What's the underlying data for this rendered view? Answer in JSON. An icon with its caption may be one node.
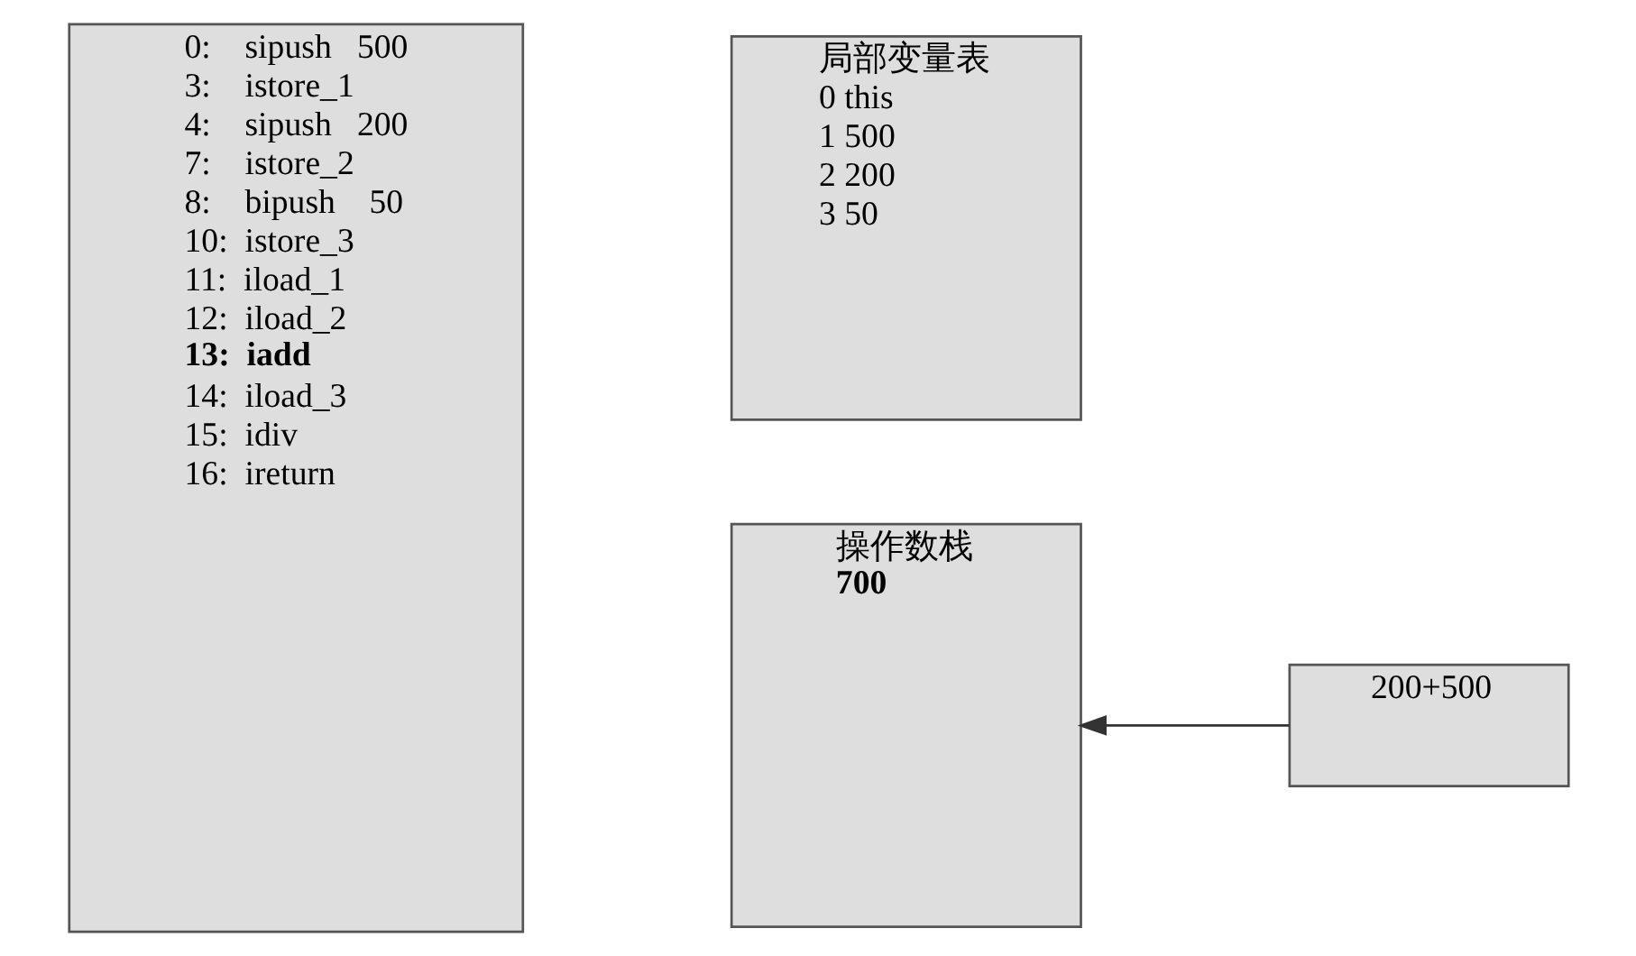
{
  "diagram": {
    "nodes": [
      {
        "text": [
          "0:    sipush   500",
          "3:    istore_1",
          "4:    sipush   200",
          "7:    istore_2",
          "8:    bipush    50",
          "10:  istore_3",
          "11:  iload_1",
          "12:  iload_2",
          "13:  iadd",
          "14:  iload_3",
          "15:  idiv",
          "16:  ireturn"
        ]
      },
      {
        "text": [
          "局部变量表",
          "0 this",
          "1 500",
          "2 200",
          "3 50"
        ]
      },
      {
        "text": [
          "操作数栈",
          "700"
        ]
      },
      {
        "text": [
          "200+500"
        ]
      }
    ],
    "edges": [
      {
        "from": 3,
        "to": 2,
        "arrow": "to"
      }
    ]
  }
}
